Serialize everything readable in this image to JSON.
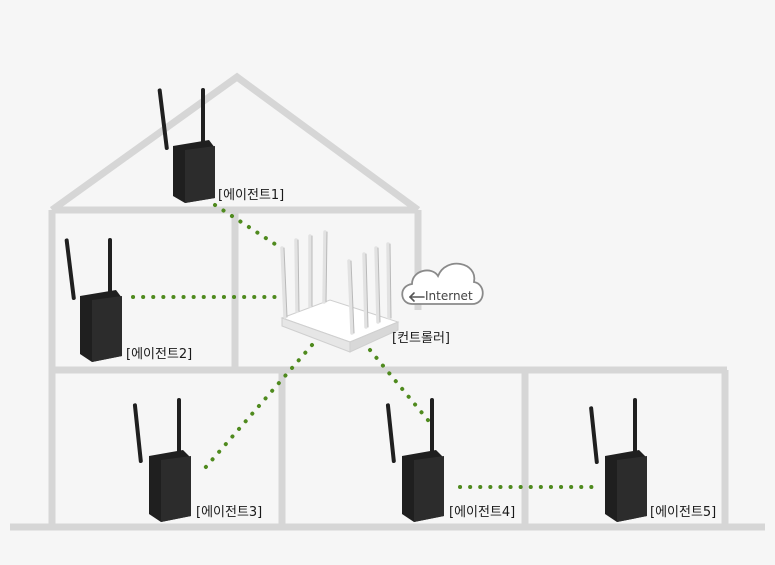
{
  "labels": {
    "agent1": "[에이전트1]",
    "agent2": "[에이전트2]",
    "agent3": "[에이전트3]",
    "agent4": "[에이전트4]",
    "agent5": "[에이전트5]",
    "controller": "[컨트롤러]",
    "internet": "Internet"
  },
  "icons": {
    "agent": "mesh-agent-router-icon",
    "controller": "mesh-controller-router-icon",
    "cloud": "cloud-icon",
    "arrow": "arrow-left-icon"
  },
  "colors": {
    "background": "#f6f6f6",
    "house_outline": "#d6d6d6",
    "link": "#4f8a1e",
    "device": "#1f1f1f",
    "text": "#1a1a1a"
  }
}
